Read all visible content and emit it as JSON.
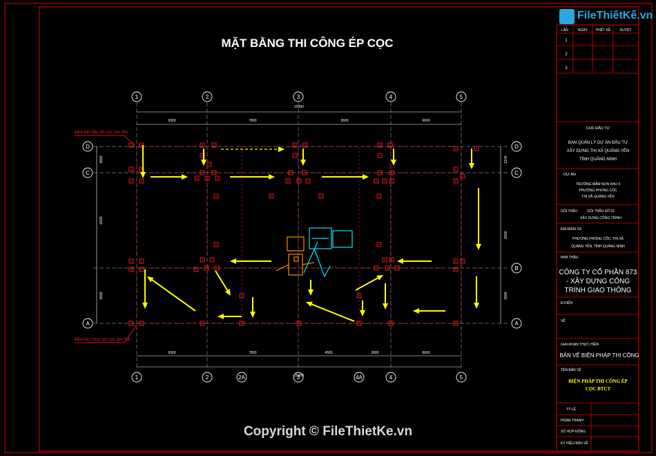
{
  "drawing": {
    "title": "MẶT BẰNG THI CÔNG ÉP CỌC",
    "grid_top": [
      "1",
      "2",
      "3",
      "4",
      "5"
    ],
    "grid_bottom": [
      "1",
      "2",
      "2A",
      "3",
      "4A",
      "4",
      "5"
    ],
    "grid_left": [
      "D",
      "C",
      "A"
    ],
    "grid_right": [
      "D",
      "C",
      "B",
      "A"
    ],
    "dim_top_total": "25300",
    "dim_top": [
      "6300",
      "7800",
      "3600",
      "6600"
    ],
    "dim_bottom_total": "25300",
    "dim_bottom": [
      "6300",
      "7800",
      "4500",
      "3600",
      "6600"
    ],
    "dim_left": [
      "3600",
      "6600",
      "3600"
    ],
    "dim_right": [
      "2100",
      "6600",
      "3600"
    ],
    "callout_top": "ĐIỂM BẮT ĐẦU ÉP CỌC ĐẠI TRÀ",
    "callout_bottom": "ĐIỂM KẾT THÚC ÉP CỌC ĐẠI TRÀ"
  },
  "revision_table": {
    "headers": [
      "LẦN",
      "NGÀY",
      "THIẾT KẾ",
      "DUYỆT"
    ],
    "rows": [
      "1",
      "2",
      "3"
    ]
  },
  "title_block": {
    "owner_label": "CHỦ ĐẦU TƯ",
    "owner_lines": [
      "BAN QUẢN LÝ DỰ ÁN ĐẦU TƯ",
      "XÂY DỰNG THỊ XÃ QUẢNG YÊN",
      "TỈNH QUẢNG NINH"
    ],
    "project_label": "DỰ ÁN",
    "project_lines": [
      "TRƯỜNG MẦM NON KHU II",
      "PHƯỜNG PHONG CỐC",
      "THỊ XÃ QUẢNG YÊN"
    ],
    "package_label": "GÓI THẦU",
    "package_lines": [
      "GÓI THẦU SỐ 01",
      "XÂY DỰNG CÔNG TRÌNH"
    ],
    "location_label": "ĐỊA ĐIỂM XD",
    "location_lines": [
      "PHƯỜNG PHONG CỐC, THỊ XÃ",
      "QUẢNG YÊN, TỈNH QUẢNG NINH"
    ],
    "contractor_label": "NHÀ THẦU",
    "contractor_lines": [
      "CÔNG TY CỔ PHẦN 873",
      "- XÂY DỰNG CÔNG",
      "TRÌNH GIAO THÔNG"
    ],
    "director_label": "Đ.DIỆN",
    "drawn_label": "VẼ",
    "stage_label": "GIAI ĐOẠN THỰC HIỆN",
    "stage_value": "BẢN VẼ BIỆN PHÁP THI CÔNG",
    "sheet_label": "TÊN BẢN VẼ",
    "sheet_lines": [
      "BIỆN PHÁP THI CÔNG ÉP",
      "CỌC BTCT"
    ],
    "scale_label": "TỶ LỆ",
    "finish_label": "HOÀN THÀNH",
    "contract_label": "SỐ HỢP ĐỒNG",
    "code_label": "KÝ HIỆU BẢN VẼ"
  },
  "watermark": {
    "logo_text": "FileThiếtKế.vn",
    "copyright": "Copyright © FileThietKe.vn"
  },
  "colors": {
    "border": "#e00000",
    "pile": "#ff2020",
    "arrow": "#ffff00",
    "grid": "#ffffff",
    "machine": "#ff8c00",
    "crane": "#00e5ff",
    "logo": "#2aa7e0"
  }
}
